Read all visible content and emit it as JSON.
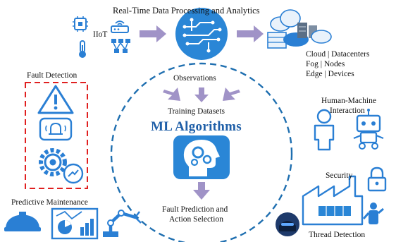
{
  "top_title": "Real-Time Data Processing and Analytics",
  "iiot_label": "IIoT",
  "infra_lines": [
    "Cloud | Datacenters",
    "Fog | Nodes",
    "Edge | Devices"
  ],
  "center": {
    "observations": "Observations",
    "training": "Training Datasets",
    "ml_title": "ML Algorithms",
    "fault_prediction_line1": "Fault Prediction and",
    "fault_prediction_line2": "Action Selection"
  },
  "fault_detection": "Fault Detection",
  "predictive_maintenance": "Predictive Maintenance",
  "hmi_line1": "Human-Machine",
  "hmi_line2": "Interaction",
  "security": "Security",
  "threat_detection": "Thread Detection",
  "colors": {
    "accent": "#1f5fa8",
    "icon_blue": "#2a7fd4",
    "arrow_purple": "#a093c7",
    "dash_red": "#e02020",
    "ring_blue": "#1f6fb0"
  }
}
